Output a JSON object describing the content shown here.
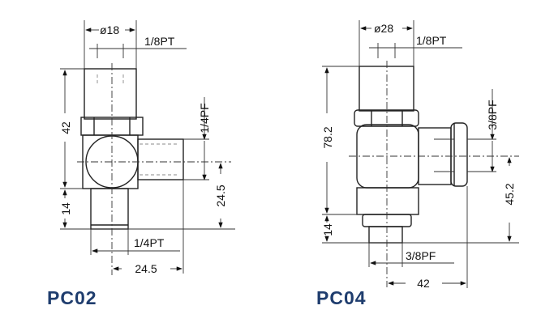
{
  "models": [
    {
      "name": "PC02",
      "dims": {
        "diameter": "ø18",
        "top_port": "1/8PT",
        "side_port": "1/4PF",
        "height": "42",
        "stem": "14",
        "offset_v": "24.5",
        "bottom_port": "1/4PT",
        "offset_h": "24.5"
      }
    },
    {
      "name": "PC04",
      "dims": {
        "diameter": "ø28",
        "top_port": "1/8PT",
        "side_port": "3/8PF",
        "height": "78.2",
        "stem": "14",
        "offset_v": "45.2",
        "bottom_port": "3/8PF",
        "offset_h": "42"
      }
    }
  ],
  "colors": {
    "title": "#1f3d6e"
  }
}
